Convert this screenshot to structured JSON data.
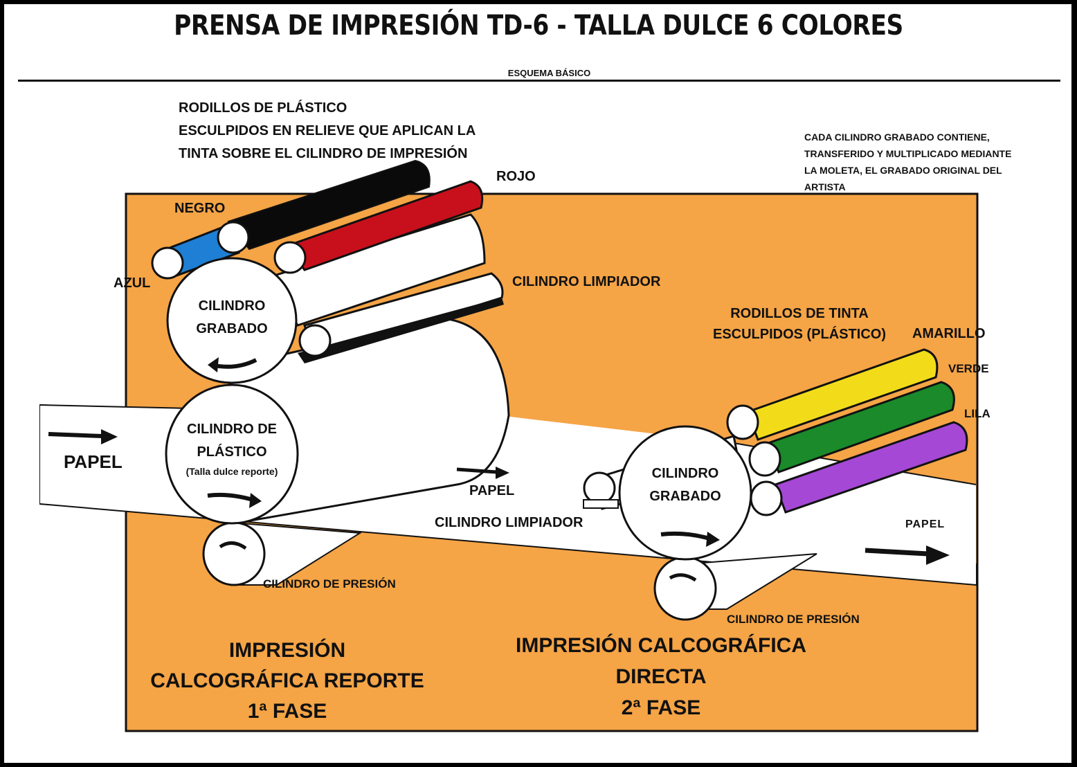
{
  "title": "PRENSA DE IMPRESIÓN TD-6 - TALLA DULCE 6 COLORES",
  "subtitle": "ESQUEMA BÁSICO",
  "colors": {
    "background": "#f5a446",
    "negro": "#0a0a0a",
    "rojo": "#c8101c",
    "azul": "#1e7fd4",
    "amarillo": "#f2dc1a",
    "verde": "#1a8a2a",
    "lila": "#a548d6"
  },
  "labels": {
    "rodillos_plastico": [
      "RODILLOS DE PLÁSTICO",
      "ESCULPIDOS EN RELIEVE QUE APLICAN LA",
      "TINTA SOBRE EL CILINDRO DE  IMPRESIÓN"
    ],
    "note": [
      "CADA CILINDRO GRABADO CONTIENE,",
      "TRANSFERIDO Y MULTIPLICADO MEDIANTE",
      "LA MOLETA, EL GRABADO ORIGINAL DEL",
      "ARTISTA"
    ],
    "rojo": "ROJO",
    "negro": "NEGRO",
    "azul": "AZUL",
    "cilindro_limpiador_1": "CILINDRO LIMPIADOR",
    "cilindro_grabado_1": [
      "CILINDRO",
      "GRABADO"
    ],
    "cilindro_plastico": [
      "CILINDRO DE",
      "PLÁSTICO",
      "(Talla dulce reporte)"
    ],
    "papel_1": "PAPEL",
    "papel_2": "PAPEL",
    "papel_3": "PAPEL",
    "cilindro_limpiador_2": "CILINDRO LIMPIADOR",
    "rodillos_tinta": [
      "RODILLOS DE TINTA",
      "ESCULPIDOS (PLÁSTICO)"
    ],
    "amarillo": "AMARILLO",
    "verde": "VERDE",
    "lila": "LILA",
    "cilindro_grabado_2": [
      "CILINDRO",
      "GRABADO"
    ],
    "cilindro_presion_1": "CILINDRO DE PRESIÓN",
    "cilindro_presion_2": "CILINDRO DE PRESIÓN",
    "fase_1": [
      "IMPRESIÓN",
      "CALCOGRÁFICA REPORTE",
      "1ª FASE"
    ],
    "fase_2": [
      "IMPRESIÓN CALCOGRÁFICA",
      "DIRECTA",
      "2ª FASE"
    ]
  }
}
